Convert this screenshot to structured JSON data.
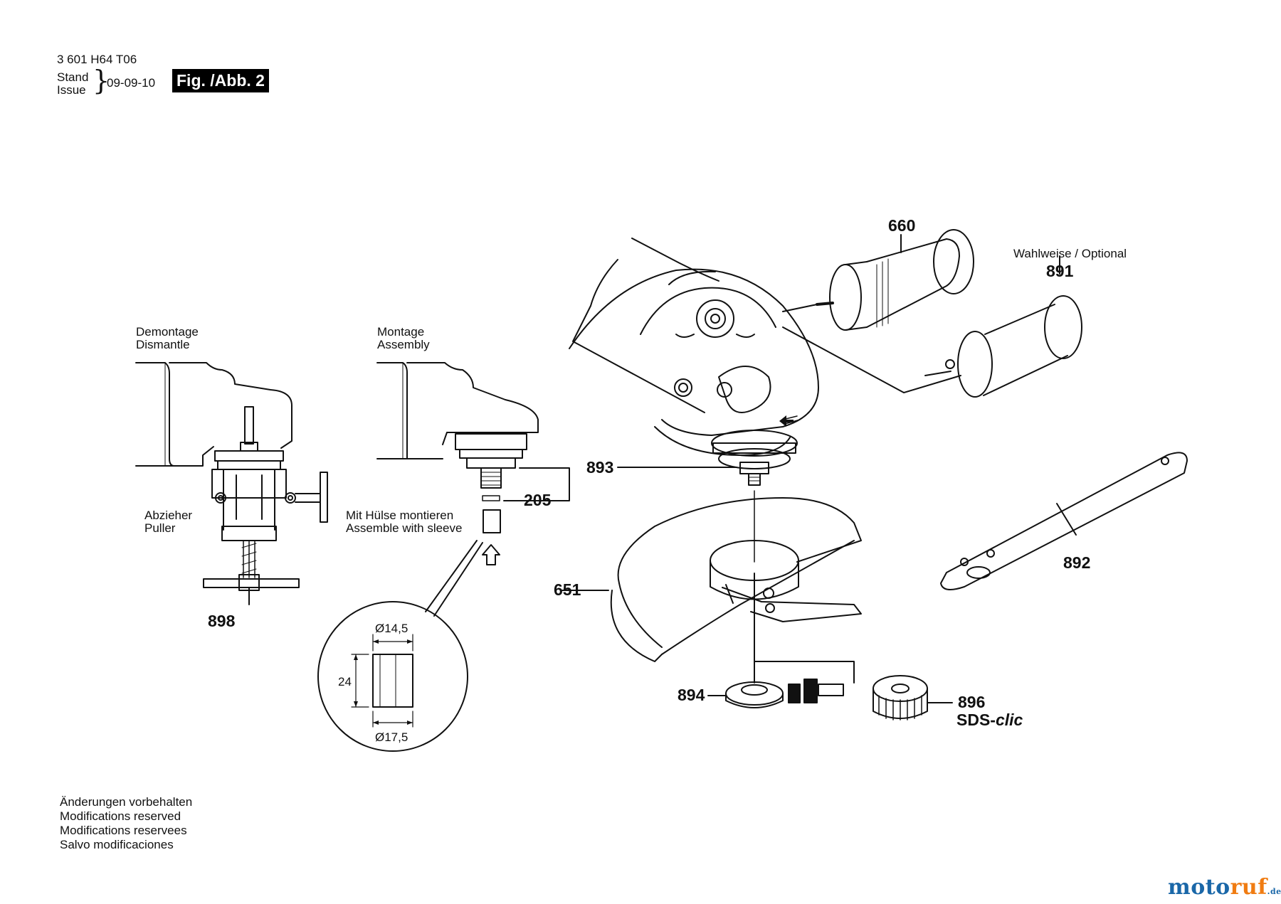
{
  "header": {
    "doc_number": "3 601 H64 T06",
    "stand_label": "Stand",
    "issue_label": "Issue",
    "date": "09-09-10",
    "figure_label": "Fig. /Abb. 2"
  },
  "labels": {
    "dismantle_de": "Demontage",
    "dismantle_en": "Dismantle",
    "assembly_de": "Montage",
    "assembly_en": "Assembly",
    "puller_de": "Abzieher",
    "puller_en": "Puller",
    "sleeve_de": "Mit Hülse montieren",
    "sleeve_en": "Assemble with sleeve",
    "optional": "Wahlweise / Optional",
    "dim_top": "Ø14,5",
    "dim_bottom": "Ø17,5",
    "dim_height": "24",
    "sds_prefix": "SDS-",
    "sds_suffix": "clic"
  },
  "parts": [
    "660",
    "891",
    "893",
    "205",
    "651",
    "892",
    "898",
    "894",
    "896"
  ],
  "footer": {
    "notes": [
      "Änderungen vorbehalten",
      "Modifications reserved",
      "Modifications reservees",
      "Salvo modificaciones"
    ]
  },
  "brand": {
    "left": "moto",
    "mid": "ruf",
    "tld": ".de"
  },
  "colors": {
    "ink": "#111111",
    "brand_blue": "#1a67a8",
    "brand_orange": "#f07c12"
  }
}
